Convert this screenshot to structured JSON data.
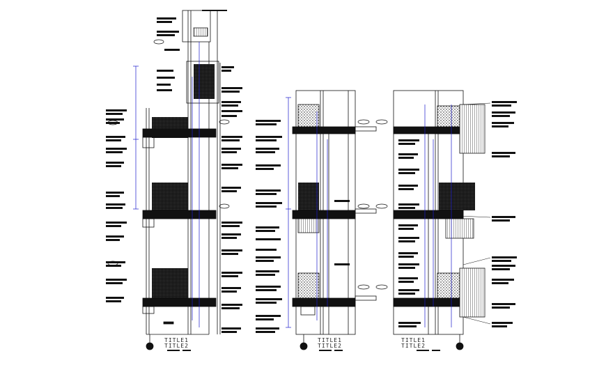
{
  "drawing": {
    "type": "architectural wall section details",
    "line_color": "#111111",
    "annotation_color": "#1a1acc",
    "background": "#ffffff",
    "sections": [
      {
        "id": "section-1",
        "title": "TITLE1",
        "subtitle": "TITLE2"
      },
      {
        "id": "section-2",
        "title": "TITLE1",
        "subtitle": "TITLE2"
      },
      {
        "id": "section-3",
        "title": "TITLE1",
        "subtitle": "TITLE2"
      }
    ]
  }
}
